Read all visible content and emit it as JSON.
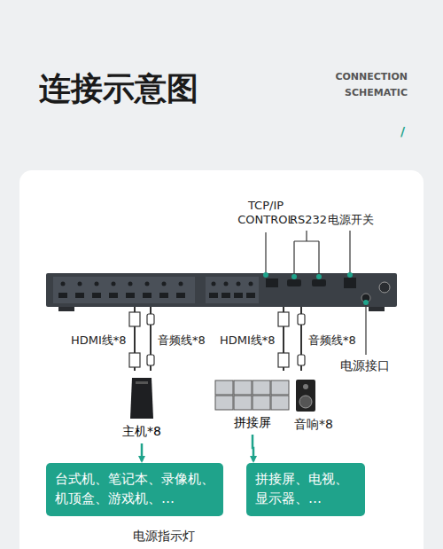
{
  "diagram": {
    "title": "连接示意图",
    "nodes": [
      {
        "text": [
          "主机*8"
        ]
      },
      {
        "text": [
          "台式机、笔记本、录像机、机顶盒、游戏机、…"
        ]
      },
      {
        "text": [
          "拼接屏"
        ]
      },
      {
        "text": [
          "拼接屏、电视、显示器、…"
        ]
      }
    ],
    "edges": [
      {
        "from": 0,
        "to": 1,
        "arrow": "to"
      },
      {
        "from": 2,
        "to": 3,
        "arrow": "to"
      }
    ],
    "labels": [
      "CONNECTION",
      "SCHEMATIC",
      "/",
      "TCP/IP CONTROL",
      "RS232",
      "电源开关",
      "HDMI线*8",
      "音频线*8",
      "HDMI线*8",
      "音频线*8",
      "电源接口",
      "音响*8",
      "电源指示灯"
    ]
  }
}
